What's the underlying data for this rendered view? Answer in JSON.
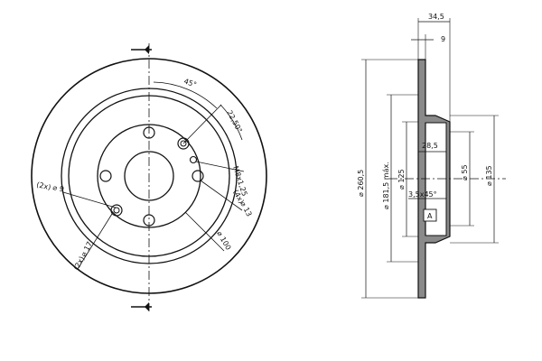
{
  "front_view": {
    "angle_45": "45°",
    "angle_22_5": "22,50°",
    "thread": "M8x1,25",
    "holes_2x": "(2x)",
    "hole_dia_9": "⌀ 9",
    "holes_4x": "(4x)",
    "hole_dia_13": "⌀ 13",
    "pcd_100": "⌀ 100",
    "holes_2x_b": "(2x)",
    "hole_dia_17": "⌀ 17"
  },
  "side_view": {
    "width_34_5": "34,5",
    "thickness_9": "9",
    "dia_260_5": "⌀ 260,5",
    "dia_181_5": "⌀ 181,5 máx.",
    "dia_125": "⌀ 125",
    "depth_28_5": "28,5",
    "dia_55": "⌀ 55",
    "dia_135": "⌀ 135",
    "chamfer": "3,5x45°",
    "datum": "A"
  },
  "colors": {
    "ink": "#111111",
    "section_fill": "#8a8a8a",
    "background": "#ffffff"
  }
}
